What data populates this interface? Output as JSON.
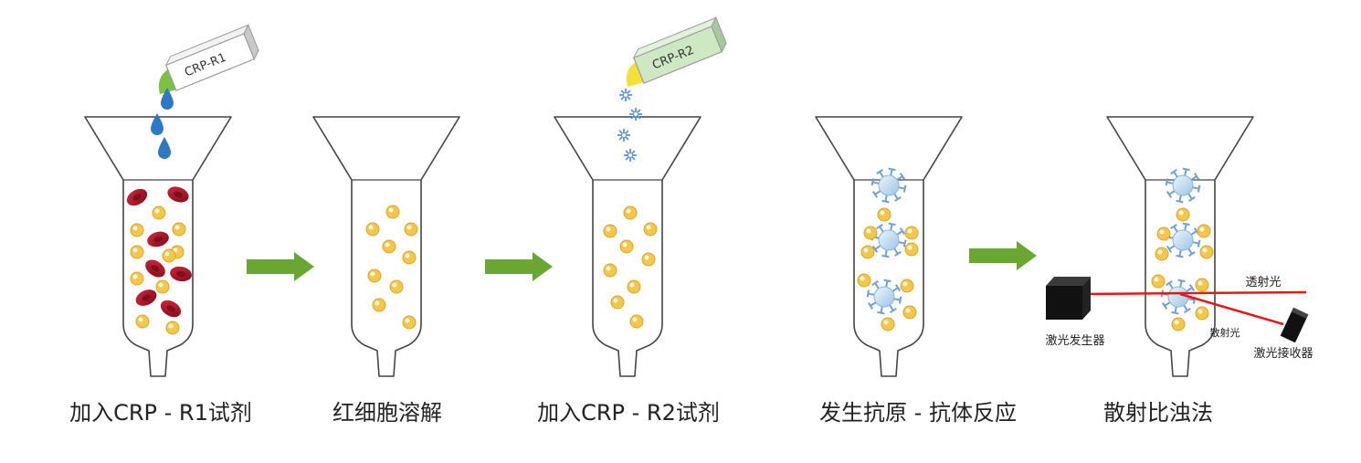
{
  "steps": [
    {
      "caption": "加入CRP - R1试剂"
    },
    {
      "caption": "红细胞溶解"
    },
    {
      "caption": "加入CRP - R2试剂"
    },
    {
      "caption": "发生抗原 - 抗体反应"
    },
    {
      "caption": "散射比浊法"
    }
  ],
  "reagents": {
    "r1": "CRP-R1",
    "r2": "CRP-R2"
  },
  "labels": {
    "laser_emitter": "激光发生器",
    "laser_receiver": "激光接收器",
    "transmitted_light": "透射光",
    "scattered_light": "散射光"
  },
  "colors": {
    "arrow": "#6aa632",
    "rbc": "#b0182a",
    "particle": "#f3c64c",
    "antibody": "#6f9fd3",
    "water_drop": "#2f79c4",
    "laser": "#e11a1a",
    "r1_cap": "#7cc242",
    "r2_cap": "#f5e03a",
    "r2_body": "#cfe8c4"
  }
}
